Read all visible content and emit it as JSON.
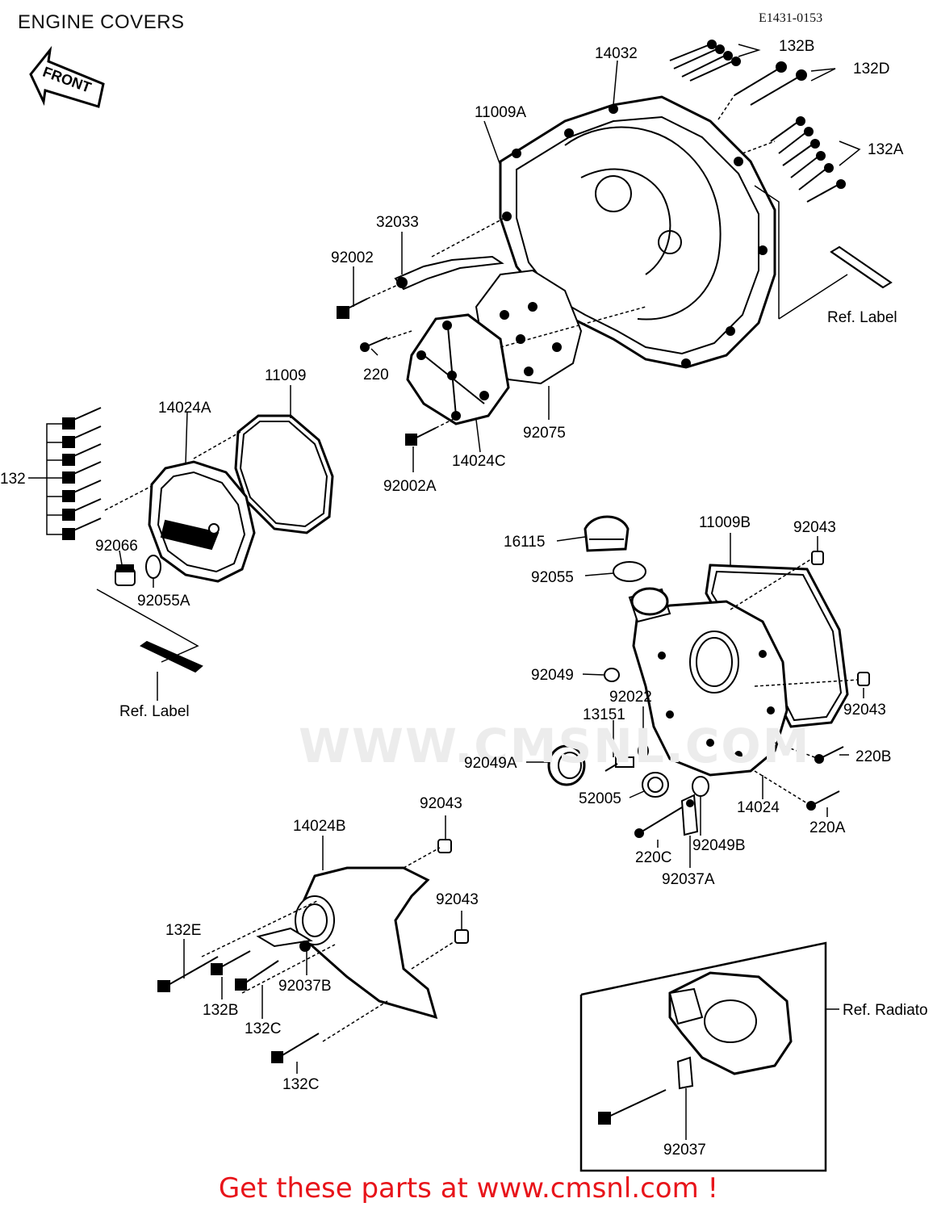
{
  "header": {
    "title": "ENGINE COVERS",
    "diagram_code": "E1431-0153"
  },
  "front_arrow": {
    "label": "FRONT"
  },
  "watermark": {
    "text": "WWW.CMSNL.COM"
  },
  "footer": {
    "text": "Get these parts at www.cmsnl.com !"
  },
  "labels": {
    "p132B": "132B",
    "p132D": "132D",
    "p14032": "14032",
    "p132A": "132A",
    "p11009A": "11009A",
    "p32033": "32033",
    "p92002": "92002",
    "ref_label_top": "Ref. Label",
    "p220": "220",
    "p92075": "92075",
    "p11009": "11009",
    "p14024A": "14024A",
    "p14024C": "14024C",
    "p132": "132",
    "p92002A": "92002A",
    "p92066": "92066",
    "p92055A": "92055A",
    "ref_label_left": "Ref. Label",
    "p16115": "16115",
    "p11009B": "11009B",
    "p92043_a": "92043",
    "p92055": "92055",
    "p92049": "92049",
    "p92022": "92022",
    "p92043_b": "92043",
    "p13151": "13151",
    "p220B": "220B",
    "p92049A": "92049A",
    "p52005": "52005",
    "p14024": "14024",
    "p220A": "220A",
    "p92043_c": "92043",
    "p220C": "220C",
    "p92049B": "92049B",
    "p14024B": "14024B",
    "p92037A": "92037A",
    "p92043_d": "92043",
    "p132E": "132E",
    "p92037B": "92037B",
    "p132B_lower": "132B",
    "p132C_a": "132C",
    "p132C_b": "132C",
    "ref_radiator": "Ref. Radiato",
    "p92037": "92037"
  }
}
